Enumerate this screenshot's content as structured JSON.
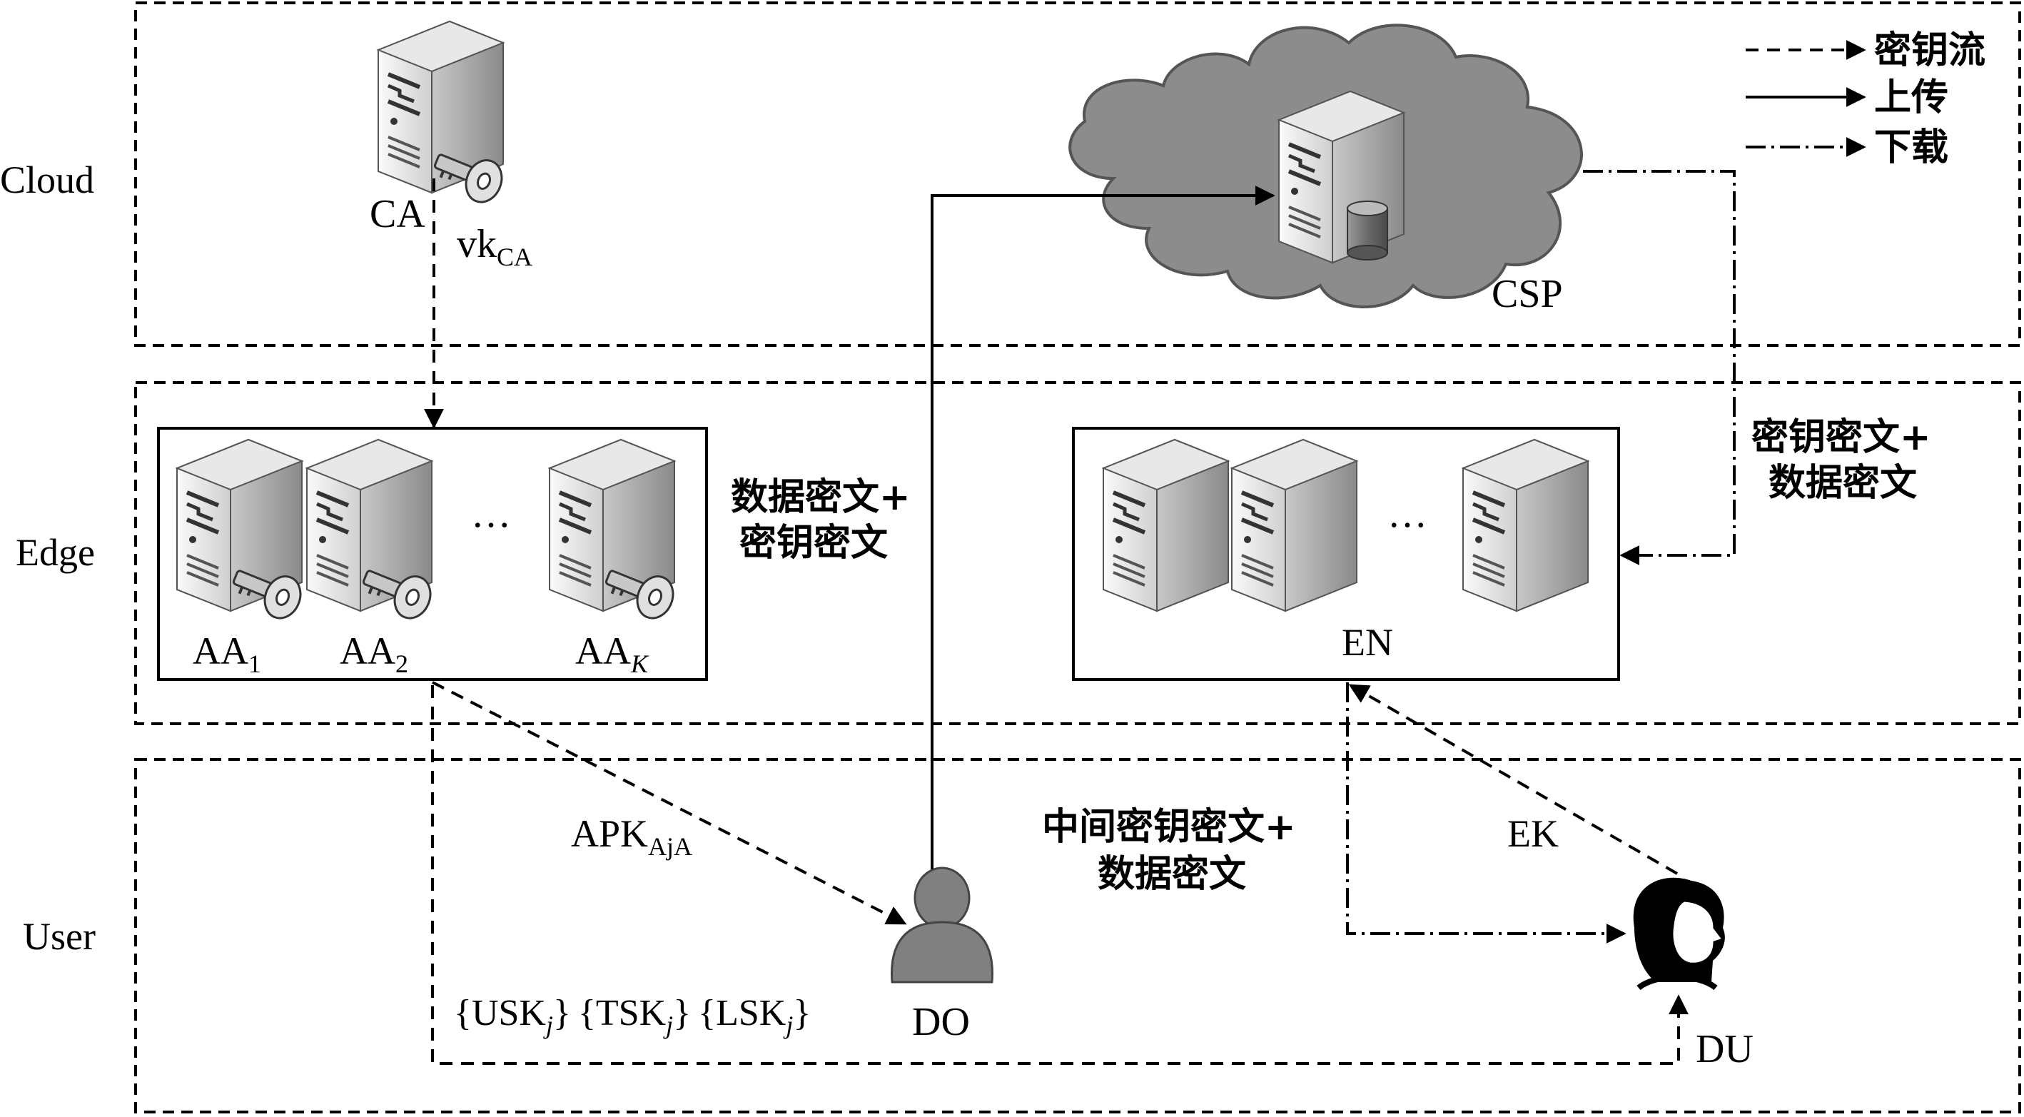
{
  "layers": {
    "cloud": "Cloud",
    "edge": "Edge",
    "user": "User"
  },
  "legend": {
    "key_flow": "密钥流",
    "upload": "上传",
    "download": "下载"
  },
  "nodes": {
    "ca": "CA",
    "vk_base": "vk",
    "vk_sub": "CA",
    "csp": "CSP",
    "aa1_base": "AA",
    "aa1_sub": "1",
    "aa2_base": "AA",
    "aa2_sub": "2",
    "aak_base": "AA",
    "aak_sub": "K",
    "aa_ellipsis": "…",
    "en": "EN",
    "en_ellipsis": "…",
    "do": "DO",
    "du": "DU"
  },
  "flows": {
    "do_upload_line1": "数据密文+",
    "do_upload_line2": "密钥密文",
    "csp_download_line1": "密钥密文+",
    "csp_download_line2": "数据密文",
    "en_download_line1": "中间密钥密文+",
    "en_download_line2": "数据密文",
    "apk_base": "APK",
    "apk_sub": "AjA",
    "ek": "EK",
    "usk_base": "{USK",
    "usk_sub": "j",
    "usk_close": "}",
    "tsk_base": "{TSK",
    "tsk_sub": "j",
    "tsk_close": "}",
    "lsk_base": "{LSK",
    "lsk_sub": "j",
    "lsk_close": "}"
  },
  "colors": {
    "cloud_fill": "#8c8c8c",
    "server_light": "#f4f4f4",
    "server_dark": "#b8b8b8",
    "person_gray": "#808080",
    "line": "#000000"
  }
}
